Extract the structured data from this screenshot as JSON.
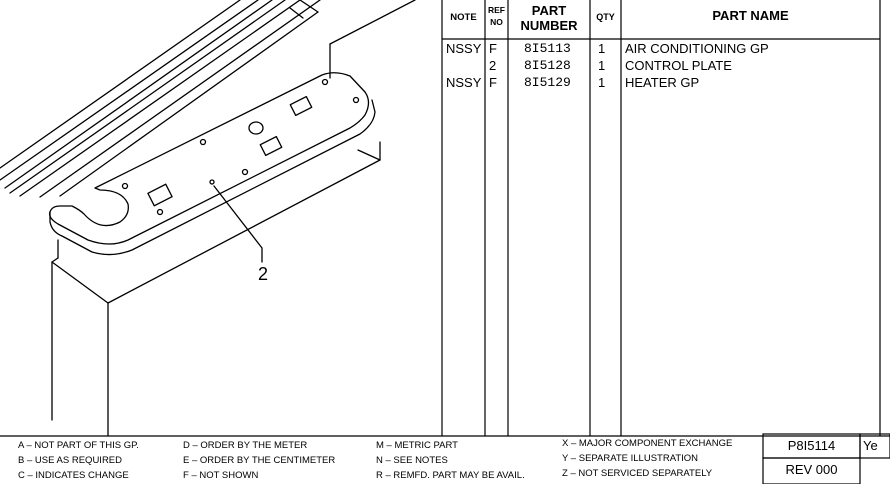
{
  "headers": {
    "note": "NOTE",
    "ref_line1": "REF",
    "ref_line2": "NO",
    "part_line1": "PART",
    "part_line2": "NUMBER",
    "qty": "QTY",
    "part_name": "PART NAME"
  },
  "rows": [
    {
      "note": "NSSY",
      "ref": "F",
      "part_number": "8I5113",
      "qty": "1",
      "name": "AIR CONDITIONING GP"
    },
    {
      "note": "",
      "ref": "2",
      "part_number": "8I5128",
      "qty": "1",
      "name": "CONTROL PLATE"
    },
    {
      "note": "NSSY",
      "ref": "F",
      "part_number": "8I5129",
      "qty": "1",
      "name": "HEATER GP"
    }
  ],
  "callout": "2",
  "legend": {
    "col1": [
      "A – NOT PART OF THIS GP.",
      "B – USE AS REQUIRED",
      "C – INDICATES CHANGE"
    ],
    "col2": [
      "D – ORDER BY THE METER",
      "E – ORDER BY THE CENTIMETER",
      "F – NOT SHOWN"
    ],
    "col3": [
      "M – METRIC PART",
      "N – SEE NOTES",
      "R – REMFD. PART MAY BE AVAIL."
    ],
    "col4": [
      "X – MAJOR COMPONENT EXCHANGE",
      "Y – SEPARATE ILLUSTRATION",
      "Z – NOT SERVICED SEPARATELY"
    ]
  },
  "page_id": "P8I5114",
  "page_suffix": "Ye",
  "revision": "REV 000"
}
